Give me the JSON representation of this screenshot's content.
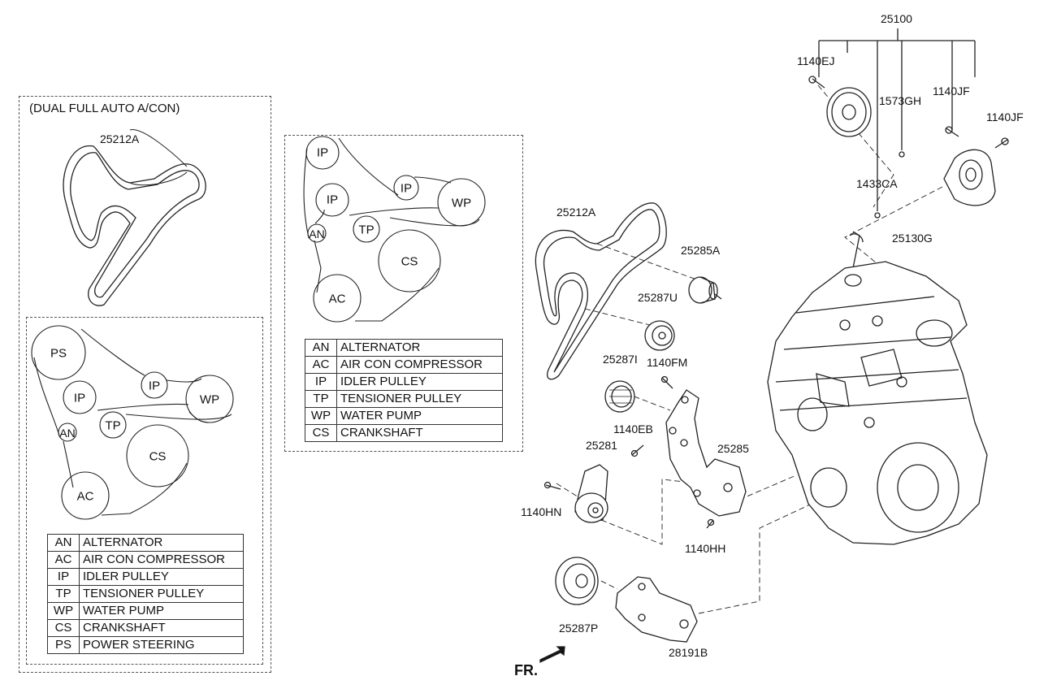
{
  "box_caption": "(DUAL FULL AUTO A/CON)",
  "legend_rows": [
    {
      "abbr": "AN",
      "name": "ALTERNATOR"
    },
    {
      "abbr": "AC",
      "name": "AIR CON COMPRESSOR"
    },
    {
      "abbr": "IP",
      "name": "IDLER PULLEY"
    },
    {
      "abbr": "TP",
      "name": "TENSIONER PULLEY"
    },
    {
      "abbr": "WP",
      "name": "WATER PUMP"
    },
    {
      "abbr": "CS",
      "name": "CRANKSHAFT"
    }
  ],
  "legend_ps": {
    "abbr": "PS",
    "name": "POWER STEERING"
  },
  "pulley_abbr": {
    "an": "AN",
    "ac": "AC",
    "ip": "IP",
    "tp": "TP",
    "wp": "WP",
    "cs": "CS",
    "ps": "PS"
  },
  "part_numbers": {
    "p25100": "25100",
    "p1140EJ": "1140EJ",
    "p1573GH": "1573GH",
    "p1140JF_a": "1140JF",
    "p1140JF_b": "1140JF",
    "p1433CA": "1433CA",
    "p25130G": "25130G",
    "p25212A_main": "25212A",
    "p25212A_box": "25212A",
    "p25285A": "25285A",
    "p25287U": "25287U",
    "p25287I": "25287I",
    "p1140FM": "1140FM",
    "p1140EB": "1140EB",
    "p25281": "25281",
    "p25285": "25285",
    "p1140HN": "1140HN",
    "p1140HH": "1140HH",
    "p25287P": "25287P",
    "p28191B": "28191B"
  },
  "front_marker": "FR."
}
